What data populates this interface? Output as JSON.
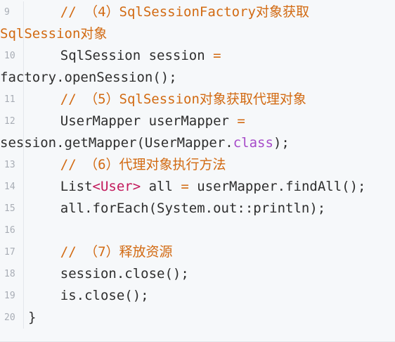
{
  "code_viewer": {
    "lines": [
      {
        "no": "9",
        "parts": [
          {
            "t": "    "
          },
          {
            "t": "// （4）SqlSessionFactory对象获取",
            "c": "c"
          }
        ],
        "cont": [
          {
            "t": "SqlSession对象",
            "c": "c"
          }
        ]
      },
      {
        "no": "10",
        "parts": [
          {
            "t": "    SqlSession session "
          },
          {
            "t": "=",
            "c": "o"
          }
        ],
        "cont": [
          {
            "t": "factory.openSession();"
          }
        ]
      },
      {
        "no": "11",
        "parts": [
          {
            "t": "    "
          },
          {
            "t": "// （5）SqlSession对象获取代理对象",
            "c": "c"
          }
        ]
      },
      {
        "no": "12",
        "parts": [
          {
            "t": "    UserMapper userMapper "
          },
          {
            "t": "=",
            "c": "o"
          }
        ],
        "cont": [
          {
            "t": "session.getMapper(UserMapper."
          },
          {
            "t": "class",
            "c": "k"
          },
          {
            "t": ");"
          }
        ]
      },
      {
        "no": "13",
        "parts": [
          {
            "t": "    "
          },
          {
            "t": "// （6）代理对象执行方法",
            "c": "c"
          }
        ]
      },
      {
        "no": "14",
        "parts": [
          {
            "t": "    List"
          },
          {
            "t": "<User>",
            "c": "g"
          },
          {
            "t": " all "
          },
          {
            "t": "=",
            "c": "o"
          },
          {
            "t": " userMapper.findAll();"
          }
        ]
      },
      {
        "no": "15",
        "parts": [
          {
            "t": "    all.forEach(System.out::println);"
          }
        ]
      },
      {
        "no": "16",
        "parts": []
      },
      {
        "no": "17",
        "parts": [
          {
            "t": "    "
          },
          {
            "t": "// （7）释放资源",
            "c": "c"
          }
        ]
      },
      {
        "no": "18",
        "parts": [
          {
            "t": "    session.close();"
          }
        ]
      },
      {
        "no": "19",
        "parts": [
          {
            "t": "    is.close();"
          }
        ]
      },
      {
        "no": "20",
        "parts": [
          {
            "t": "}"
          }
        ]
      }
    ]
  }
}
